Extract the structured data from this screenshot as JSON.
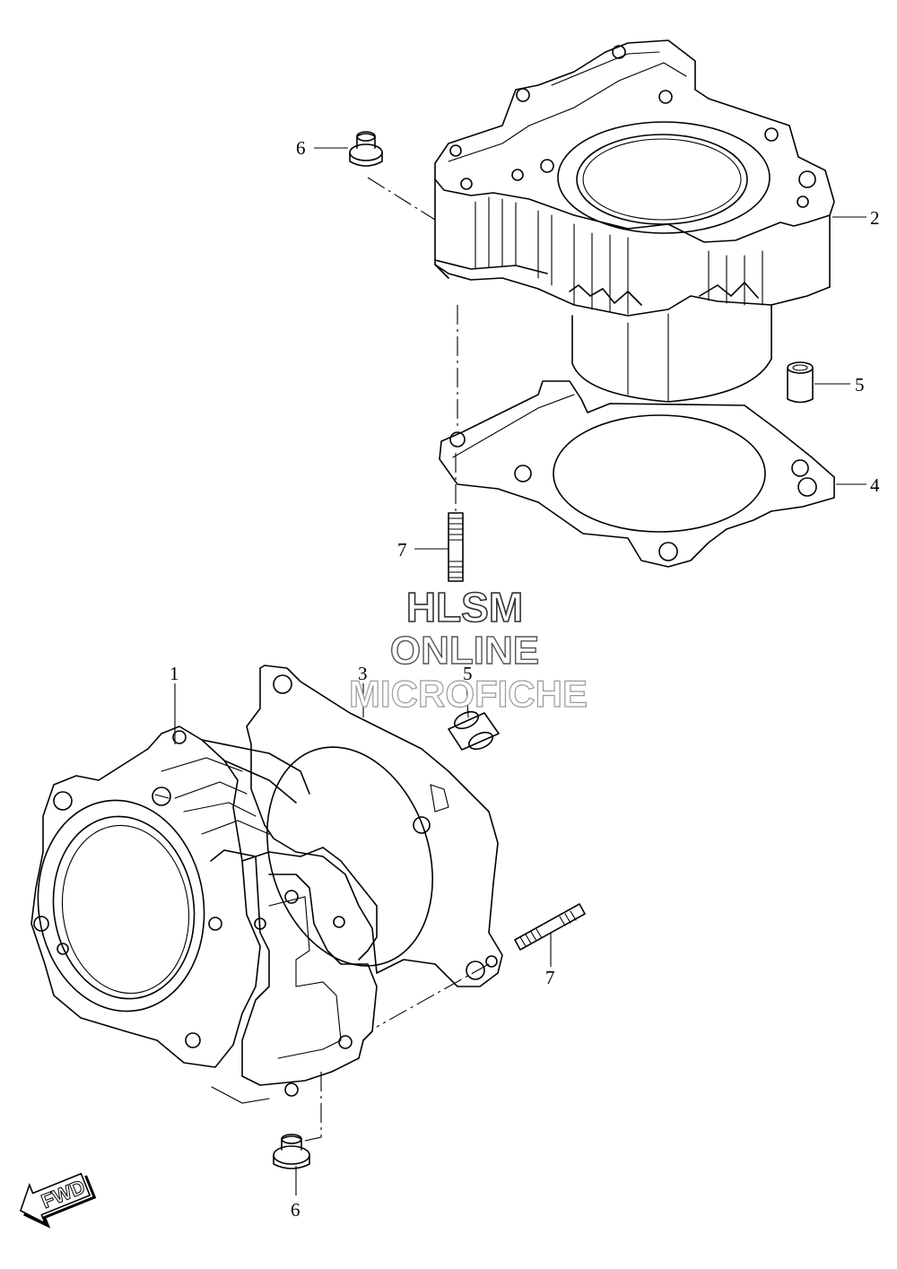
{
  "diagram": {
    "callouts": [
      {
        "id": "part-2-upper-cylinder",
        "number": "2"
      },
      {
        "id": "part-6-upper-nut",
        "number": "6"
      },
      {
        "id": "part-5-upper-dowel",
        "number": "5"
      },
      {
        "id": "part-4-upper-gasket",
        "number": "4"
      },
      {
        "id": "part-7-upper-stud",
        "number": "7"
      },
      {
        "id": "part-1-lower-cylinder",
        "number": "1"
      },
      {
        "id": "part-3-lower-gasket",
        "number": "3"
      },
      {
        "id": "part-5-lower-dowel",
        "number": "5"
      },
      {
        "id": "part-7-lower-stud",
        "number": "7"
      },
      {
        "id": "part-6-lower-nut",
        "number": "6"
      }
    ],
    "watermark": {
      "line1": "HLSM",
      "line2": "ONLINE",
      "line3": "MICROFICHE"
    },
    "direction_arrow": {
      "label": "FWD",
      "icon": "fwd-arrow-icon"
    }
  }
}
